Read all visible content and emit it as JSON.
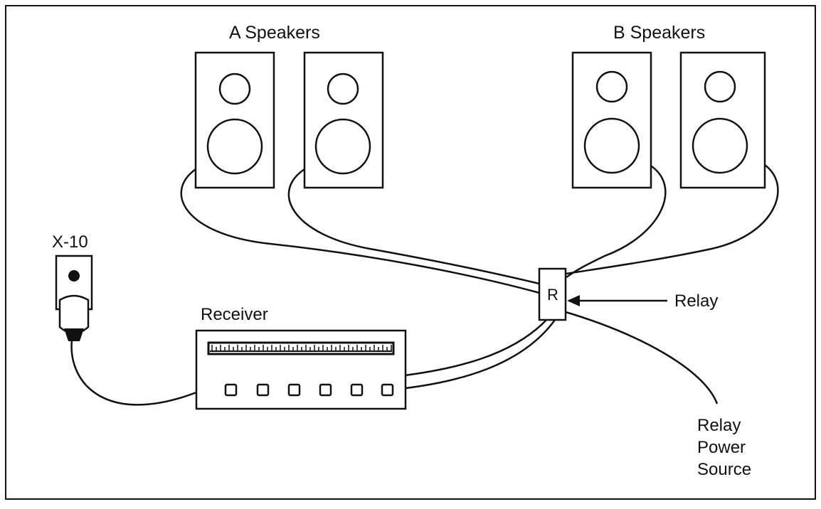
{
  "labels": {
    "a_speakers": "A Speakers",
    "b_speakers": "B Speakers",
    "x10": "X-10",
    "receiver": "Receiver",
    "relay_letter": "R",
    "relay": "Relay",
    "relay_power_source": [
      "Relay",
      "Power",
      "Source"
    ]
  },
  "colors": {
    "line": "#111111",
    "background": "#ffffff"
  }
}
